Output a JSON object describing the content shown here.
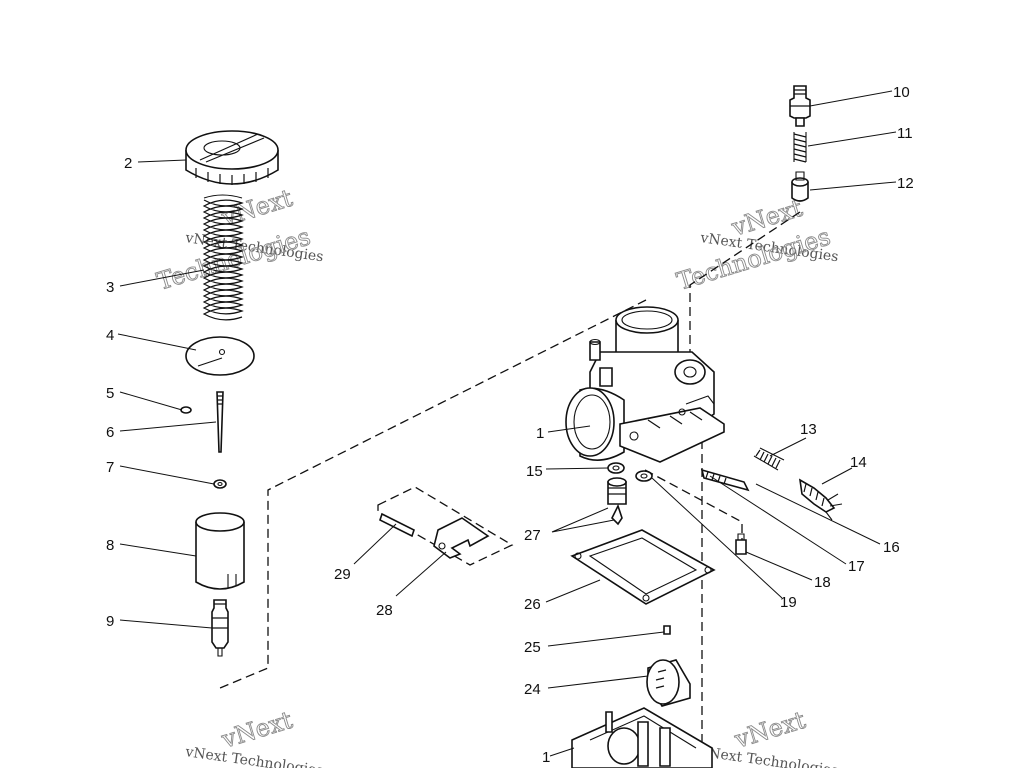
{
  "callouts": {
    "c1a": "1",
    "c1b": "1",
    "c2": "2",
    "c3": "3",
    "c4": "4",
    "c5": "5",
    "c6": "6",
    "c7": "7",
    "c8": "8",
    "c9": "9",
    "c10": "10",
    "c11": "11",
    "c12": "12",
    "c13": "13",
    "c14": "14",
    "c15": "15",
    "c16": "16",
    "c17": "17",
    "c18": "18",
    "c19": "19",
    "c24": "24",
    "c25": "25",
    "c26": "26",
    "c27": "27",
    "c28": "28",
    "c29": "29"
  },
  "watermark": {
    "line1": "vNext",
    "line2": "Technologies",
    "combined": "vNext Technologies"
  }
}
